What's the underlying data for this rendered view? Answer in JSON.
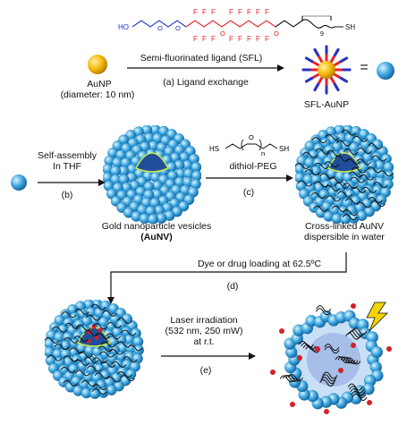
{
  "ligand": {
    "ho": "HO",
    "sh": "SH",
    "f": "F",
    "o": "O",
    "sub9": "9"
  },
  "step_a": {
    "auNP": "AuNP",
    "diameter": "(diameter: 10 nm)",
    "ligand_name": "Semi-fluorinated ligand (SFL)",
    "step": "(a) Ligand exchange",
    "eq": "=",
    "product": "SFL-AuNP"
  },
  "step_b": {
    "line1": "Self-assembly",
    "line2": "In THF",
    "step": "(b)",
    "vesicle_line1": "Gold nanoparticle vesicles",
    "vesicle_line2": "(AuNV)"
  },
  "step_c": {
    "reagent": "dithiol-PEG",
    "step": "(c)",
    "hs": "HS",
    "sh": "SH",
    "o": "O",
    "n": "n",
    "product_line1": "Cross-linked AuNV",
    "product_line2": "dispersible in water"
  },
  "step_d": {
    "label": "Dye or drug loading at 62.5ºC",
    "step": "(d)"
  },
  "step_e": {
    "line1": "Laser irradiation",
    "line2": "(532 nm, 250 mW)",
    "line3": "at r.t.",
    "step": "(e)"
  },
  "colors": {
    "fluoro_red": "#e8202a",
    "peg_blue": "#2233cc",
    "sphere_blue": "#3aa6df",
    "gold": "#f3b400",
    "cavity": "#1f4f9a",
    "cavity_edge": "#c8e84a",
    "drug_red": "#d4202a",
    "laser": "#f6d400"
  }
}
